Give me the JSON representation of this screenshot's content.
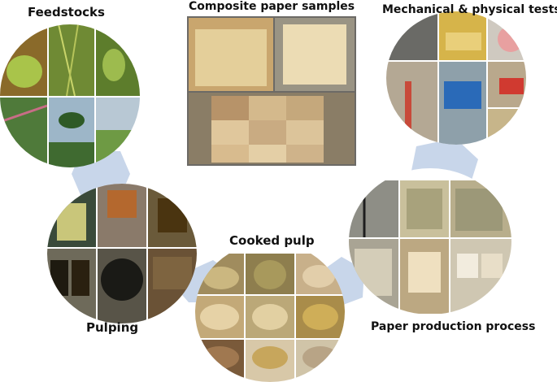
{
  "labels": {
    "feedstocks": "Feedstocks",
    "composite": "Composite paper samples",
    "mechanical": "Mechanical & physical tests",
    "cooked": "Cooked pulp",
    "pulping": "Pulping",
    "production": "Paper production process"
  },
  "colors": {
    "connector": "#c8d6ea",
    "tile_gap": "#ffffff"
  }
}
